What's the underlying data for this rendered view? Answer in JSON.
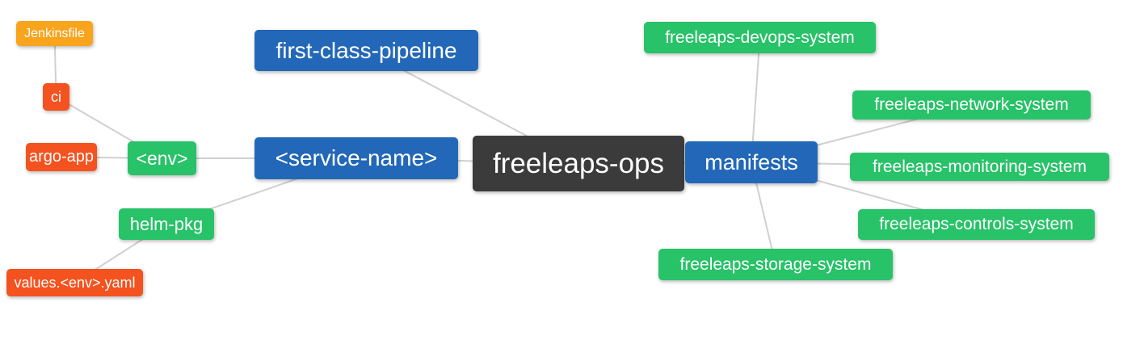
{
  "colors": {
    "root_bg": "#3B3B3B",
    "branch_blue": "#2368B8",
    "leaf_green": "#28C268",
    "leaf_red": "#F4521E",
    "leaf_amber": "#F8A41D",
    "edge_gray": "#D0D0D0",
    "node_text": "#FFFFFF",
    "canvas_bg": "#FFFFFF"
  },
  "mindmap": {
    "root": {
      "label": "freeleaps-ops",
      "color": "#3B3B3B"
    },
    "branches": [
      {
        "label": "first-class-pipeline",
        "color": "#2368B8",
        "children": []
      },
      {
        "label": "<service-name>",
        "color": "#2368B8",
        "children": [
          {
            "label": "<env>",
            "color": "#28C268",
            "children": [
              {
                "label": "ci",
                "color": "#F4521E",
                "children": [
                  {
                    "label": "Jenkinsfile",
                    "color": "#F8A41D",
                    "children": []
                  }
                ]
              },
              {
                "label": "argo-app",
                "color": "#F4521E",
                "children": []
              }
            ]
          },
          {
            "label": "helm-pkg",
            "color": "#28C268",
            "children": [
              {
                "label": "values.<env>.yaml",
                "color": "#F4521E",
                "children": []
              }
            ]
          }
        ]
      },
      {
        "label": "manifests",
        "color": "#2368B8",
        "children": [
          {
            "label": "freeleaps-devops-system",
            "color": "#28C268",
            "children": []
          },
          {
            "label": "freeleaps-network-system",
            "color": "#28C268",
            "children": []
          },
          {
            "label": "freeleaps-monitoring-system",
            "color": "#28C268",
            "children": []
          },
          {
            "label": "freeleaps-controls-system",
            "color": "#28C268",
            "children": []
          },
          {
            "label": "freeleaps-storage-system",
            "color": "#28C268",
            "children": []
          }
        ]
      }
    ]
  }
}
